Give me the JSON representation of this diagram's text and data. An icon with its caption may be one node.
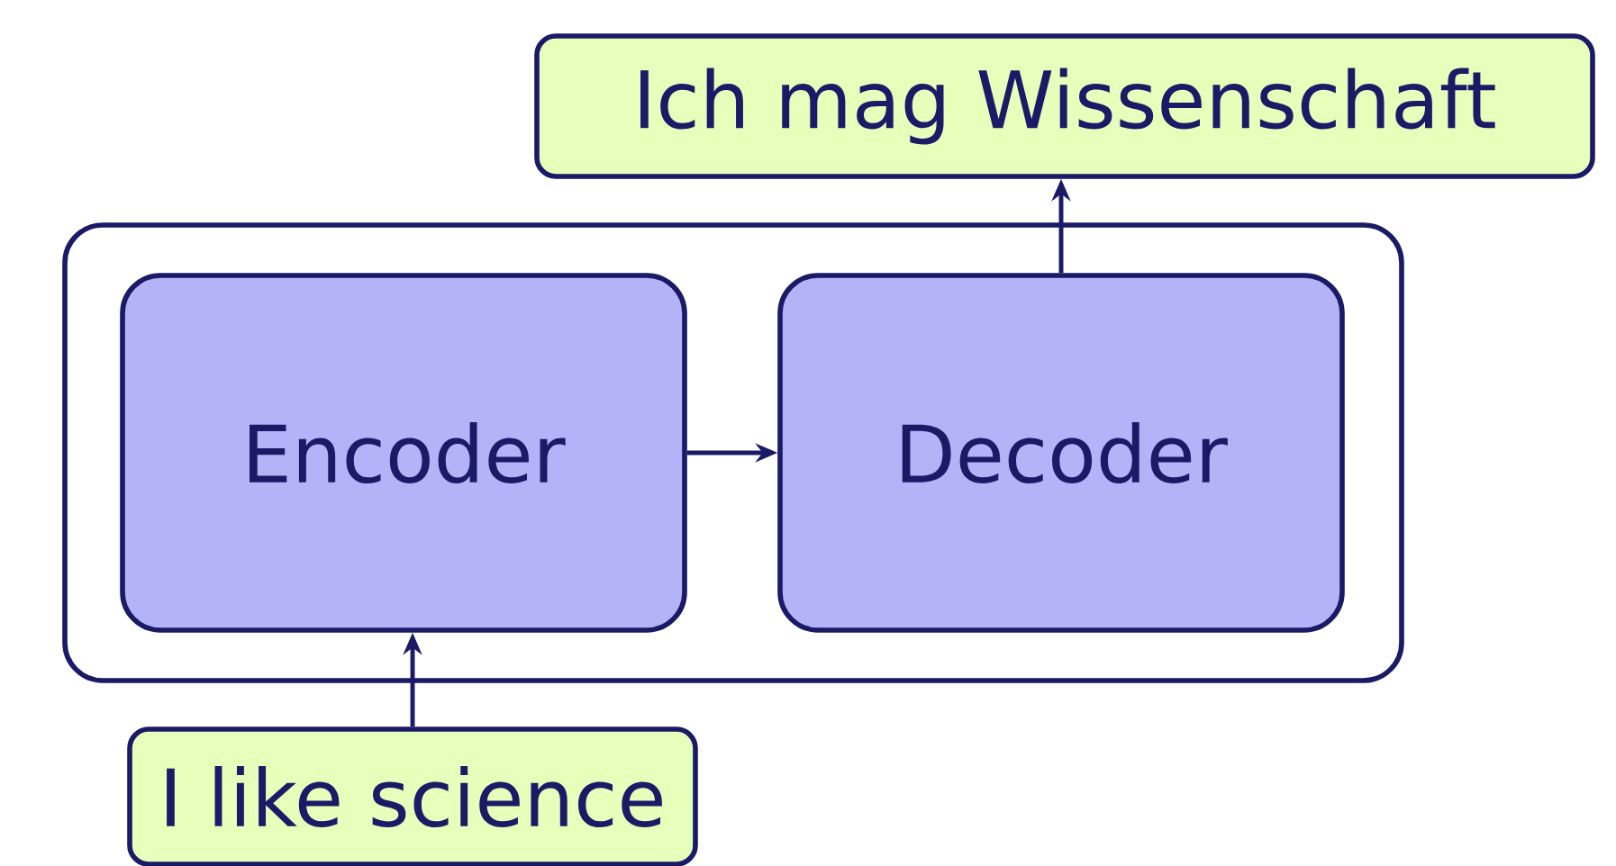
{
  "diagram": {
    "nodes": [
      {
        "text": [
          "Ich mag Wissenschaft"
        ]
      },
      {
        "text": [],
        "shape": "box"
      },
      {
        "text": [
          "Encoder"
        ],
        "in": 1
      },
      {
        "text": [
          "Decoder"
        ],
        "in": 1
      },
      {
        "text": [
          "I like science"
        ]
      }
    ],
    "edges": [
      {
        "from": 4,
        "to": 2,
        "arrow": "to"
      },
      {
        "from": 2,
        "to": 3,
        "arrow": "to"
      },
      {
        "from": 3,
        "to": 0,
        "arrow": "to"
      }
    ]
  }
}
